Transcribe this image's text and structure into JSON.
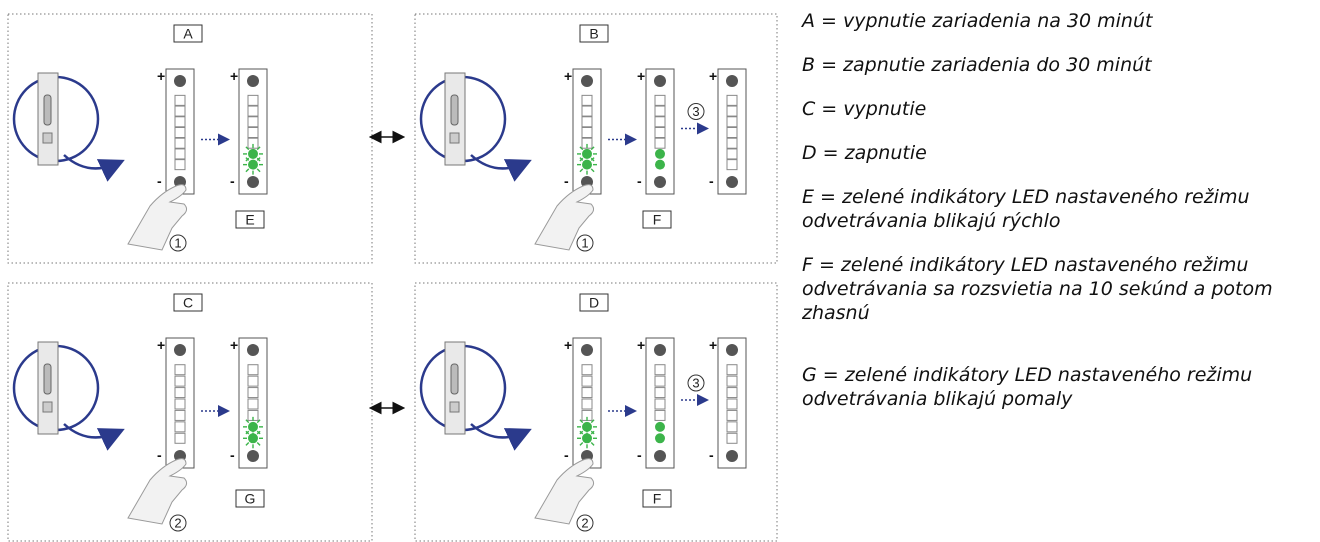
{
  "panels": [
    {
      "letter": "A",
      "bottom_label": "E",
      "step": "1",
      "has_third_stage": false,
      "third_step": ""
    },
    {
      "letter": "B",
      "bottom_label": "F",
      "step": "1",
      "has_third_stage": true,
      "third_step": "3"
    },
    {
      "letter": "C",
      "bottom_label": "G",
      "step": "2",
      "has_third_stage": false,
      "third_step": ""
    },
    {
      "letter": "D",
      "bottom_label": "F",
      "step": "2",
      "has_third_stage": true,
      "third_step": "3"
    }
  ],
  "strip_signs": {
    "plus": "+",
    "minus": "-"
  },
  "colors": {
    "led_green": "#3cb44a",
    "button_gray": "#555555",
    "arrow_navy": "#2b3a8c",
    "border": "#555555"
  },
  "legend": [
    {
      "key": "A",
      "text": "A = vypnutie zariadenia na 30 minút"
    },
    {
      "key": "B",
      "text": "B = zapnutie zariadenia do 30 minút"
    },
    {
      "key": "C",
      "text": "C = vypnutie"
    },
    {
      "key": "D",
      "text": "D = zapnutie"
    },
    {
      "key": "E",
      "text": "E = zelené indikátory LED nastaveného režimu odvetrávania blikajú rýchlo"
    },
    {
      "key": "F",
      "text": "F = zelené indikátory LED nastaveného režimu odvetrávania sa rozsvietia na 10 sekúnd a potom zhasnú"
    },
    {
      "key": "G",
      "text": "G = zelené indikátory LED nastaveného režimu odvetrávania blikajú pomaly"
    }
  ]
}
